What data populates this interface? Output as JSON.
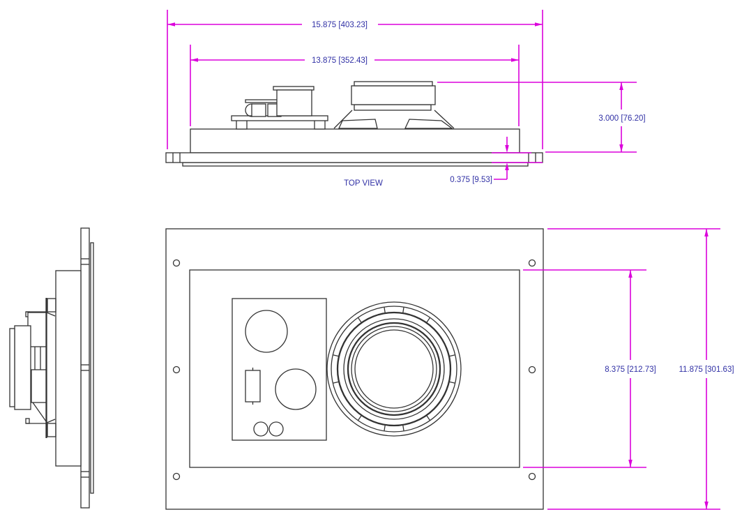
{
  "colors": {
    "dimension_line": "#DB00DB",
    "dimension_text": "#3030A5",
    "drawing_line": "#333333",
    "background": "#FFFFFF"
  },
  "top_view": {
    "label": "TOP VIEW",
    "dim_overall_width": "15.875 [403.23]",
    "dim_body_width": "13.875 [352.43]",
    "dim_height": "3.000 [76.20]",
    "dim_flange_thickness": "0.375 [9.53]"
  },
  "front_view": {
    "dim_cutout_height": "8.375 [212.73]",
    "dim_overall_height": "11.875 [301.63]"
  }
}
